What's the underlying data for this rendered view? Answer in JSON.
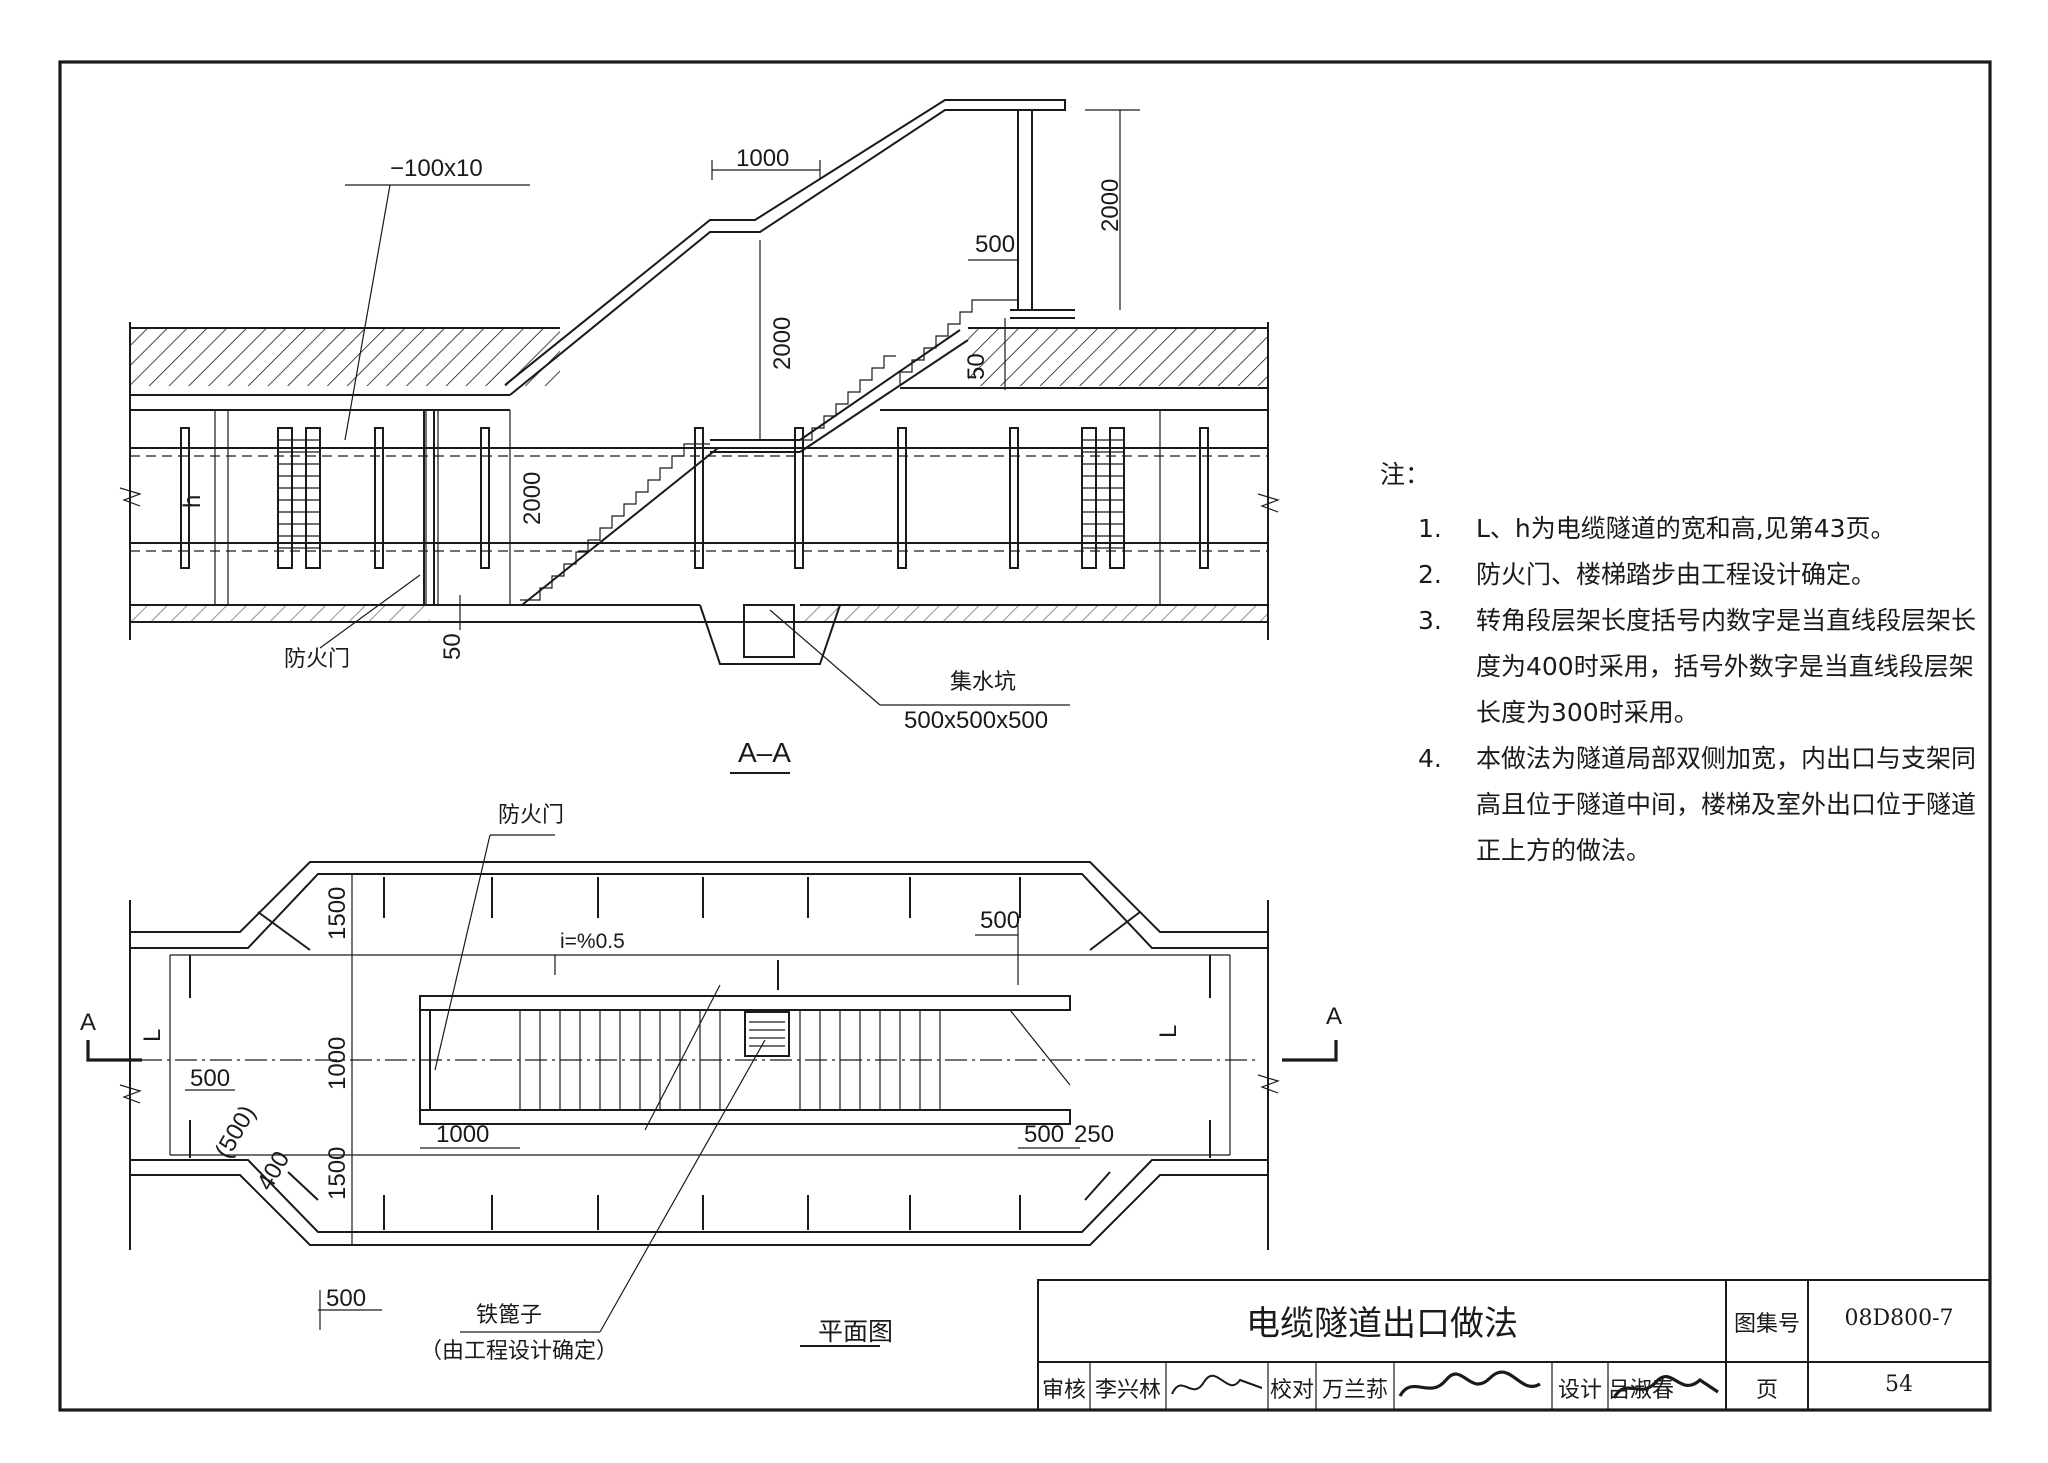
{
  "section": {
    "title": "A–A",
    "plate_label": "−100x10",
    "fire_door": "防火门",
    "sump_label": "集水坑",
    "sump_size": "500x500x500",
    "h": "h",
    "dims": {
      "d1000": "1000",
      "d2000_top": "2000",
      "d500": "500",
      "d2000_mid": "2000",
      "d50_right": "50",
      "d2000_left": "2000",
      "d50_left": "50"
    }
  },
  "plan": {
    "title": "平面图",
    "fire_door": "防火门",
    "slope": "i=%0.5",
    "cage_label": "铁篦子",
    "cage_note": "（由工程设计确定）",
    "L_left": "L",
    "L_right": "L",
    "A_left": "A",
    "A_right": "A",
    "dims": {
      "d1500_top": "1500",
      "d1000_mid": "1000",
      "d1500_bot": "1500",
      "d500_tr": "500",
      "d500_left": "500",
      "d500_paren": "(500)",
      "d400": "400",
      "d1000_bot": "1000",
      "d500_br": "500",
      "d250": "250",
      "d500_bl": "500"
    }
  },
  "notes": {
    "heading": "注：",
    "items": [
      {
        "n": "1.",
        "text": "L、h为电缆隧道的宽和高,见第43页。"
      },
      {
        "n": "2.",
        "text": "防火门、楼梯踏步由工程设计确定。"
      },
      {
        "n": "3.",
        "text": "转角段层架长度括号内数字是当直线段层架长度为400时采用，括号外数字是当直线段层架长度为300时采用。"
      },
      {
        "n": "4.",
        "text": "本做法为隧道局部双侧加宽，内出口与支架同高且位于隧道中间，楼梯及室外出口位于隧道正上方的做法。"
      }
    ]
  },
  "title_block": {
    "drawing_title": "电缆隧道出口做法",
    "atlas_label": "图集号",
    "atlas_no": "08D800-7",
    "review_label": "审核",
    "reviewer": "李兴林",
    "check_label": "校对",
    "checker": "万兰荪",
    "design_label": "设计",
    "designer": "吕淑春",
    "page_label": "页",
    "page_no": "54"
  }
}
